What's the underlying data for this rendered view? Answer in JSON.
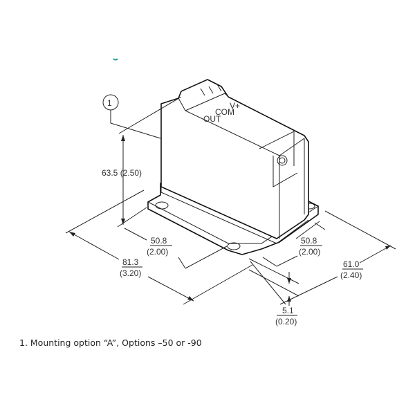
{
  "callout": {
    "number": "1"
  },
  "terminal_labels": [
    "V+",
    "COM",
    "OUT"
  ],
  "dimensions": {
    "height": "63.5 (2.50)",
    "left_mount_mm": "50.8",
    "left_mount_in": "(2.00)",
    "length_mm": "81.3",
    "length_in": "(3.20)",
    "right_mount_mm": "50.8",
    "right_mount_in": "(2.00)",
    "width_mm": "61.0",
    "width_in": "(2.40)",
    "base_mm": "5.1",
    "base_in": "(0.20)"
  },
  "note": "1.  Mounting option “A”, Options –50 or -90",
  "accent_color": "#1a9a9a"
}
